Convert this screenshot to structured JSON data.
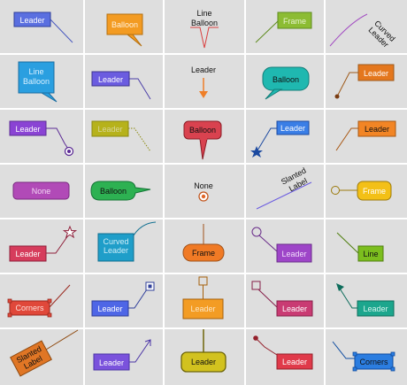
{
  "cells": [
    {
      "id": "r0c0",
      "label": "Leader",
      "fill": "#5a6fe0"
    },
    {
      "id": "r0c1",
      "label": "Balloon",
      "fill": "#f39b22"
    },
    {
      "id": "r0c2",
      "label": "Line\nBalloon",
      "fill": "#d94040"
    },
    {
      "id": "r0c3",
      "label": "Frame",
      "fill": "#8cbc33"
    },
    {
      "id": "r0c4",
      "label": "Curved\nLeader",
      "fill": "#a34ec2"
    },
    {
      "id": "r1c0",
      "label": "Line\nBalloon",
      "fill": "#2a9fe0"
    },
    {
      "id": "r1c1",
      "label": "Leader",
      "fill": "#6b5ce0"
    },
    {
      "id": "r1c2",
      "label": "Leader",
      "fill": "#ef7f28"
    },
    {
      "id": "r1c3",
      "label": "Balloon",
      "fill": "#1fb8b0"
    },
    {
      "id": "r1c4",
      "label": "Leader",
      "fill": "#e4771d"
    },
    {
      "id": "r2c0",
      "label": "Leader",
      "fill": "#8a43d4"
    },
    {
      "id": "r2c1",
      "label": "Leader",
      "fill": "#b6b21b"
    },
    {
      "id": "r2c2",
      "label": "Balloon",
      "fill": "#d9424f"
    },
    {
      "id": "r2c3",
      "label": "Leader",
      "fill": "#3a7ee6"
    },
    {
      "id": "r2c4",
      "label": "Leader",
      "fill": "#f28525"
    },
    {
      "id": "r3c0",
      "label": "None",
      "fill": "#b14ab7"
    },
    {
      "id": "r3c1",
      "label": "Balloon",
      "fill": "#2db152"
    },
    {
      "id": "r3c2",
      "label": "None",
      "fill": "#e0672a"
    },
    {
      "id": "r3c3",
      "label": "Slanted\nLabel",
      "fill": "#6b5ce0"
    },
    {
      "id": "r3c4",
      "label": "Frame",
      "fill": "#f3c017"
    },
    {
      "id": "r4c0",
      "label": "Leader",
      "fill": "#d63c5c"
    },
    {
      "id": "r4c1",
      "label": "Curved\nLeader",
      "fill": "#1f9ec9"
    },
    {
      "id": "r4c2",
      "label": "Frame",
      "fill": "#f07a25"
    },
    {
      "id": "r4c3",
      "label": "Leader",
      "fill": "#9e45c8"
    },
    {
      "id": "r4c4",
      "label": "Line",
      "fill": "#7cbe1e"
    },
    {
      "id": "r5c0",
      "label": "Corners",
      "fill": "#e0483a"
    },
    {
      "id": "r5c1",
      "label": "Leader",
      "fill": "#4e66e6"
    },
    {
      "id": "r5c2",
      "label": "Leader",
      "fill": "#f39c24"
    },
    {
      "id": "r5c3",
      "label": "Leader",
      "fill": "#c93b73"
    },
    {
      "id": "r5c4",
      "label": "Leader",
      "fill": "#1ca68d"
    },
    {
      "id": "r6c0",
      "label": "Slanted\nLabel",
      "fill": "#e07625"
    },
    {
      "id": "r6c1",
      "label": "Leader",
      "fill": "#7a52dc"
    },
    {
      "id": "r6c2",
      "label": "Leader",
      "fill": "#d2c21f"
    },
    {
      "id": "r6c3",
      "label": "Leader",
      "fill": "#e03a4a"
    },
    {
      "id": "r6c4",
      "label": "Corners",
      "fill": "#2b7de0"
    }
  ]
}
